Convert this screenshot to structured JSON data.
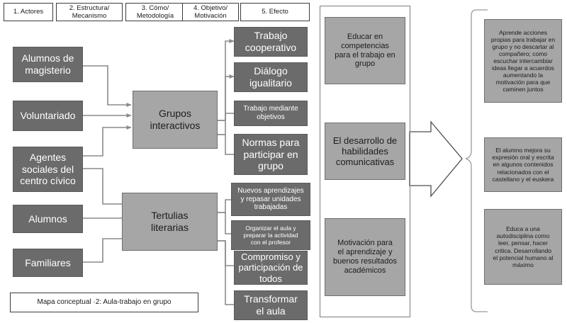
{
  "diagram": {
    "caption": "Mapa conceptual ·2: Aula-trabajo en grupo",
    "colors": {
      "dark_box": "#6b6b6b",
      "light_box": "#a6a6a6",
      "border": "#6f6f6f",
      "connector": "#8a8a8a",
      "header_border": "#3b3b3b",
      "background": "#ffffff"
    },
    "headers": [
      {
        "label": "1. Actores"
      },
      {
        "label": "2. Estructura/ Mecanismo"
      },
      {
        "label": "3. Cómo/ Metodología"
      },
      {
        "label": "4. Objetivo/ Motivación"
      },
      {
        "label": "5. Efecto"
      }
    ],
    "headers_lines": [
      [
        "1. Actores"
      ],
      [
        "2. Estructura/",
        "Mecanismo"
      ],
      [
        "3. Cómo/",
        "Metodología"
      ],
      [
        "4. Objetivo/",
        "Motivación"
      ],
      [
        "5. Efecto"
      ]
    ],
    "actores": [
      {
        "lines": [
          "Alumnos de",
          "magisterio"
        ]
      },
      {
        "lines": [
          "Voluntariado"
        ]
      },
      {
        "lines": [
          "Agentes",
          "sociales del",
          "centro cívico"
        ]
      },
      {
        "lines": [
          "Alumnos"
        ]
      },
      {
        "lines": [
          "Familiares"
        ]
      }
    ],
    "mecanismos": [
      {
        "lines": [
          "Grupos",
          "interactivos"
        ]
      },
      {
        "lines": [
          "Tertulias",
          "literarias"
        ]
      }
    ],
    "metodologia": [
      {
        "lines": [
          "Trabajo",
          "cooperativo"
        ],
        "size": "f14"
      },
      {
        "lines": [
          "Diálogo",
          "igualitario"
        ],
        "size": "f14"
      },
      {
        "lines": [
          "Trabajo mediante",
          "objetivos"
        ],
        "size": "f10"
      },
      {
        "lines": [
          "Normas para",
          "participar en",
          "grupo"
        ],
        "size": "f14"
      },
      {
        "lines": [
          "Nuevos aprendizajes",
          "y repasar unidades",
          "trabajadas"
        ],
        "size": "f10"
      },
      {
        "lines": [
          "Organizar el aula y",
          "preparar la actividad",
          "con el profesor"
        ],
        "size": "f85"
      },
      {
        "lines": [
          "Compromiso y",
          "participación de",
          "todos"
        ],
        "size": "f13"
      },
      {
        "lines": [
          "Transformar",
          "el aula"
        ],
        "size": "f14"
      }
    ],
    "objetivos": [
      {
        "lines": [
          "Educar en",
          "competencias",
          "para el trabajo en",
          "grupo"
        ]
      },
      {
        "lines": [
          "El desarrollo de",
          "habilidades",
          "comunicativas"
        ]
      },
      {
        "lines": [
          "Motivación para",
          "el aprendizaje y",
          "buenos resultados",
          "académicos"
        ]
      }
    ],
    "efectos": [
      {
        "lines": [
          "Aprende acciones",
          "propias para trabajar en",
          "grupo y no descartar al",
          "compañero; como",
          "escuchar intercambiar",
          "ideas llegar a acuerdos",
          "aumentando la",
          "motivación para que",
          "caminen juntos"
        ]
      },
      {
        "lines": [
          "El alumno mejora su",
          "expresión oral y escrita",
          "en algunos contenidos",
          "relacionados con el",
          "castellano y el euskera"
        ]
      },
      {
        "lines": [
          "Educa a una",
          "autodisciplina como",
          "leer, pensar, hacer",
          "critica. Desarrollando",
          "el potencial humano al",
          "máximo"
        ]
      }
    ],
    "arrow": {
      "name": "big-right-arrow"
    },
    "brace": {
      "name": "left-curly-brace"
    }
  }
}
